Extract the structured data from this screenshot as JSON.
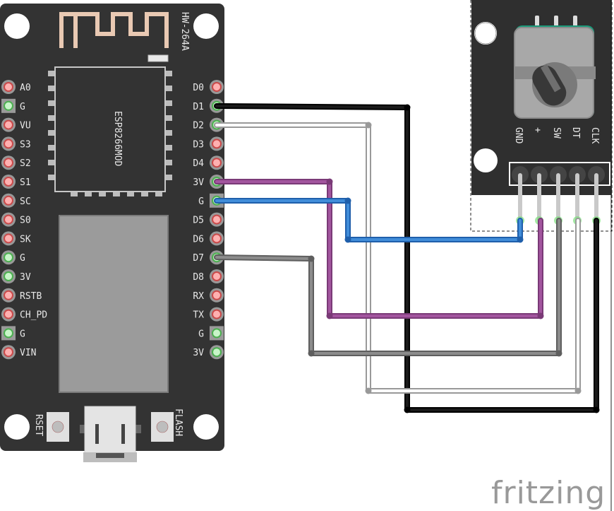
{
  "app": {
    "watermark": "fritzing"
  },
  "nodemcu": {
    "model_label": "HW-264A",
    "chip_label": "ESP8266MOD",
    "left_pins": [
      {
        "label": "A0",
        "type": "signal"
      },
      {
        "label": "G",
        "type": "ground"
      },
      {
        "label": "VU",
        "type": "signal"
      },
      {
        "label": "S3",
        "type": "signal"
      },
      {
        "label": "S2",
        "type": "signal"
      },
      {
        "label": "S1",
        "type": "signal"
      },
      {
        "label": "SC",
        "type": "signal"
      },
      {
        "label": "S0",
        "type": "signal"
      },
      {
        "label": "SK",
        "type": "signal"
      },
      {
        "label": "G",
        "type": "power"
      },
      {
        "label": "3V",
        "type": "power"
      },
      {
        "label": "RSTB",
        "type": "signal"
      },
      {
        "label": "CH_PD",
        "type": "signal"
      },
      {
        "label": "G",
        "type": "ground"
      },
      {
        "label": "VIN",
        "type": "signal"
      }
    ],
    "right_pins": [
      {
        "label": "D0",
        "type": "signal"
      },
      {
        "label": "D1",
        "type": "connected"
      },
      {
        "label": "D2",
        "type": "connected"
      },
      {
        "label": "D3",
        "type": "signal"
      },
      {
        "label": "D4",
        "type": "signal"
      },
      {
        "label": "3V",
        "type": "connected"
      },
      {
        "label": "G",
        "type": "connected-square"
      },
      {
        "label": "D5",
        "type": "signal"
      },
      {
        "label": "D6",
        "type": "signal"
      },
      {
        "label": "D7",
        "type": "connected"
      },
      {
        "label": "D8",
        "type": "signal"
      },
      {
        "label": "RX",
        "type": "signal"
      },
      {
        "label": "TX",
        "type": "signal"
      },
      {
        "label": "G",
        "type": "ground"
      },
      {
        "label": "3V",
        "type": "power"
      }
    ],
    "buttons": {
      "reset": "RSET",
      "flash": "FLASH"
    }
  },
  "encoder": {
    "pins": [
      "GND",
      "+",
      "SW",
      "DT",
      "CLK"
    ]
  },
  "wires": [
    {
      "from": "D1",
      "to": "CLK",
      "color": "#1a1a1a",
      "edge": "#000000"
    },
    {
      "from": "D2",
      "to": "DT",
      "color": "#ffffff",
      "edge": "#999999"
    },
    {
      "from": "3V",
      "to": "+",
      "color": "#a2559e",
      "edge": "#7a3a77"
    },
    {
      "from": "G",
      "to": "GND",
      "color": "#418dd9",
      "edge": "#1f5fab"
    },
    {
      "from": "D7",
      "to": "SW",
      "color": "#8c8c8c",
      "edge": "#5e5e5e"
    }
  ]
}
